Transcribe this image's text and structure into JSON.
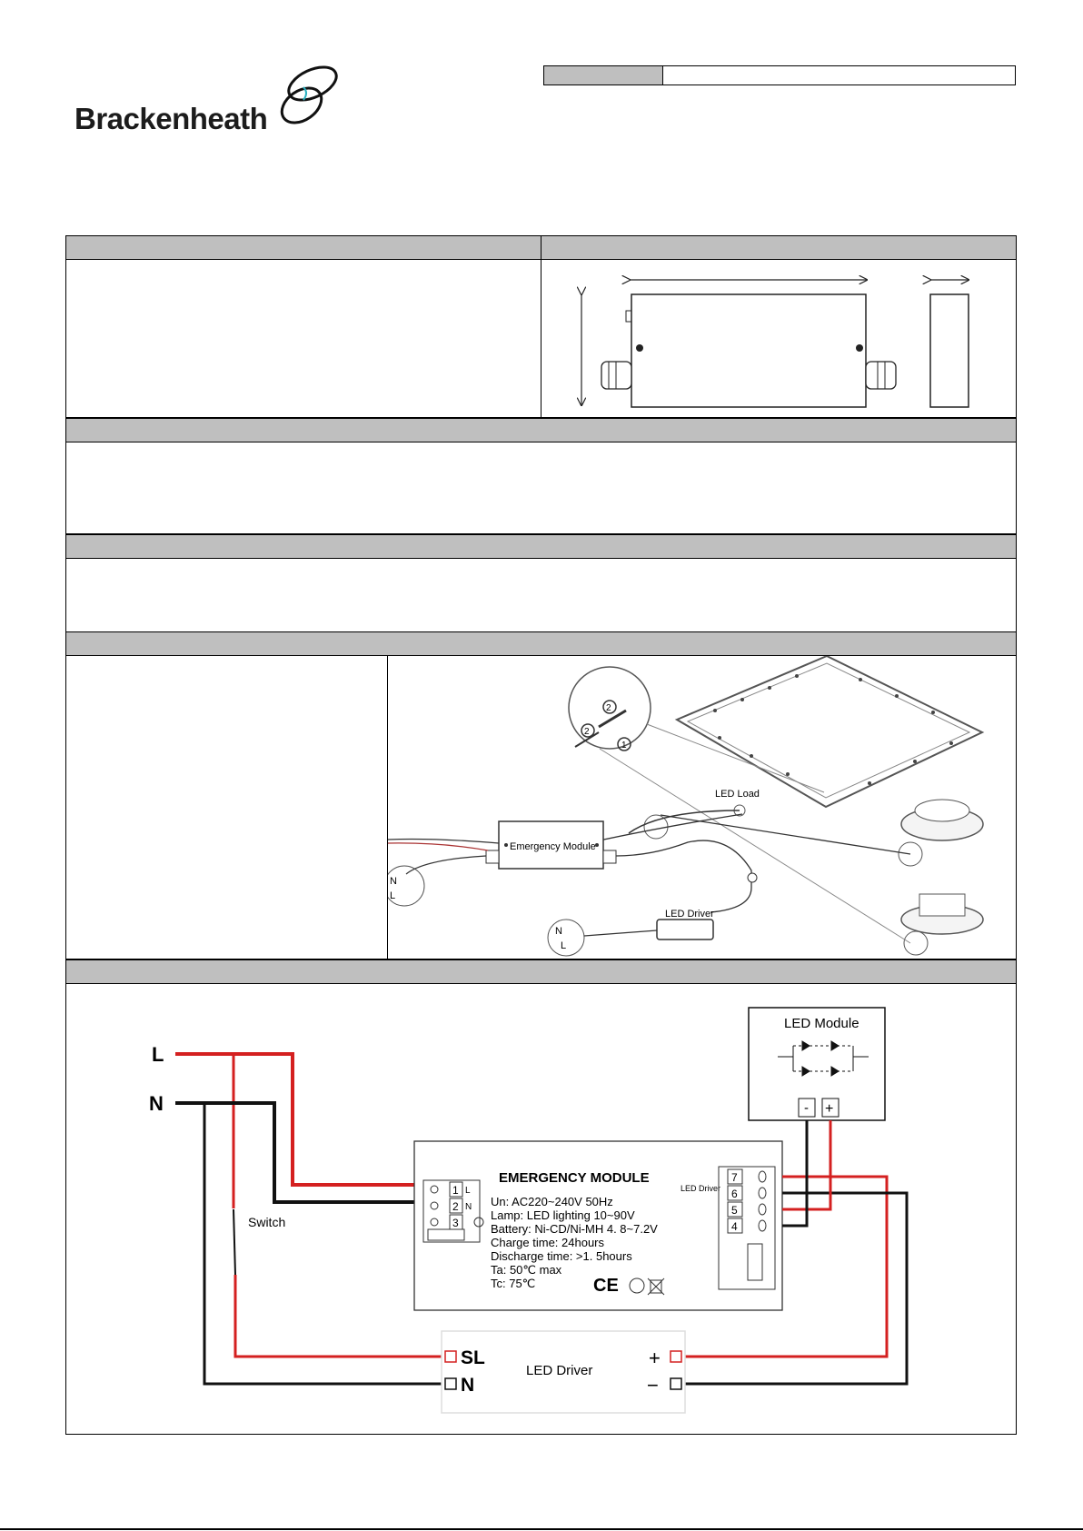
{
  "brand": {
    "name": "Brackenheath",
    "logo_icon": "swirl-logo-icon"
  },
  "installation_diagram": {
    "callout_1": "1",
    "callout_2a": "2",
    "callout_2b": "2",
    "led_load": "LED Load",
    "emergency_module": "Emergency Module",
    "led_driver": "LED Driver",
    "n1": "N",
    "l1": "L",
    "n2": "N",
    "l2": "L"
  },
  "wiring_diagram": {
    "line_l": "L",
    "line_n": "N",
    "switch": "Switch",
    "led_module": {
      "title": "LED Module",
      "minus": "-",
      "plus": "+"
    },
    "module": {
      "title": "EMERGENCY  MODULE",
      "specs": [
        "Un: AC220~240V    50Hz",
        "Lamp: LED lighting  10~90V",
        "Battery: Ni-CD/Ni-MH 4. 8~7.2V",
        "Charge time: 24hours",
        "Discharge time: >1. 5hours",
        "Ta: 50℃ max",
        "Tc: 75℃"
      ],
      "left_terminals": [
        "1",
        "2",
        "3"
      ],
      "left_labels": [
        "L",
        "N"
      ],
      "right_terminals": [
        "7",
        "6",
        "5",
        "4"
      ],
      "led_driver_tag": "LED Driver",
      "marks": "CE"
    },
    "driver": {
      "title": "LED Driver",
      "sl": "SL",
      "n": "N",
      "plus": "+",
      "minus": "−"
    }
  }
}
